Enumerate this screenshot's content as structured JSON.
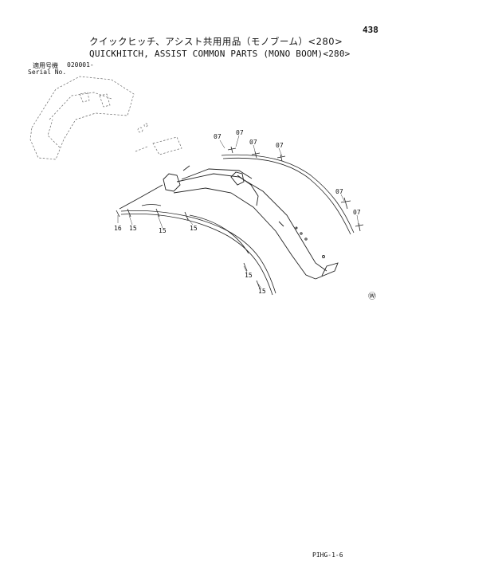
{
  "header": {
    "page_number": "438",
    "title_jp": "クイックヒッチ、アシスト共用用品（モノブーム）<280>",
    "title_en": "QUICKHITCH, ASSIST COMMON PARTS (MONO BOOM)<280>"
  },
  "serial": {
    "label_jp": "適用号機",
    "code": "020001-",
    "label_en": "Serial No."
  },
  "callouts": {
    "c07a": "07",
    "c07b": "07",
    "c07c": "07",
    "c07d": "07",
    "c07e": "07",
    "c07f": "07",
    "c16": "16",
    "c15a": "15",
    "c15b": "15",
    "c15c": "15",
    "c15d": "15",
    "c15e": "15"
  },
  "corner_mark": "Ⓦ",
  "footer": {
    "code": "PIHG-1-6"
  }
}
